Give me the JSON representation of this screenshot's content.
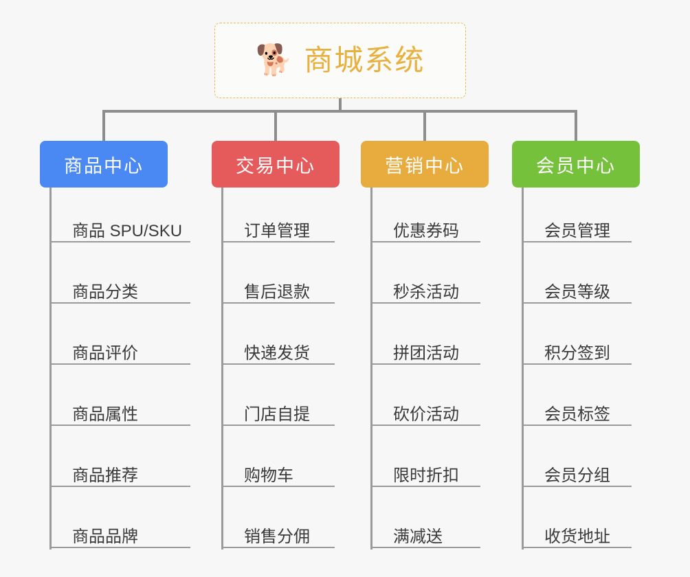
{
  "root": {
    "icon": "shiba-dog-emoji",
    "emoji": "🐕",
    "title": "商城系统",
    "title_color": "#e8b03d",
    "border_color": "#e9b84a"
  },
  "connector_color": "#8d8d8d",
  "columns": [
    {
      "id": "product-center",
      "label": "商品中心",
      "color": "#4a89f3",
      "items": [
        {
          "label": "商品 SPU/SKU"
        },
        {
          "label": "商品分类"
        },
        {
          "label": "商品评价"
        },
        {
          "label": "商品属性"
        },
        {
          "label": "商品推荐"
        },
        {
          "label": "商品品牌"
        }
      ]
    },
    {
      "id": "trade-center",
      "label": "交易中心",
      "color": "#e55a5a",
      "items": [
        {
          "label": "订单管理"
        },
        {
          "label": "售后退款"
        },
        {
          "label": "快递发货"
        },
        {
          "label": "门店自提"
        },
        {
          "label": "购物车"
        },
        {
          "label": "销售分佣"
        }
      ]
    },
    {
      "id": "marketing-center",
      "label": "营销中心",
      "color": "#e8ac3e",
      "items": [
        {
          "label": "优惠券码"
        },
        {
          "label": "秒杀活动"
        },
        {
          "label": "拼团活动"
        },
        {
          "label": "砍价活动"
        },
        {
          "label": "限时折扣"
        },
        {
          "label": "满减送"
        }
      ]
    },
    {
      "id": "member-center",
      "label": "会员中心",
      "color": "#75c13c",
      "items": [
        {
          "label": "会员管理"
        },
        {
          "label": "会员等级"
        },
        {
          "label": "积分签到"
        },
        {
          "label": "会员标签"
        },
        {
          "label": "会员分组"
        },
        {
          "label": "收货地址"
        }
      ]
    }
  ]
}
